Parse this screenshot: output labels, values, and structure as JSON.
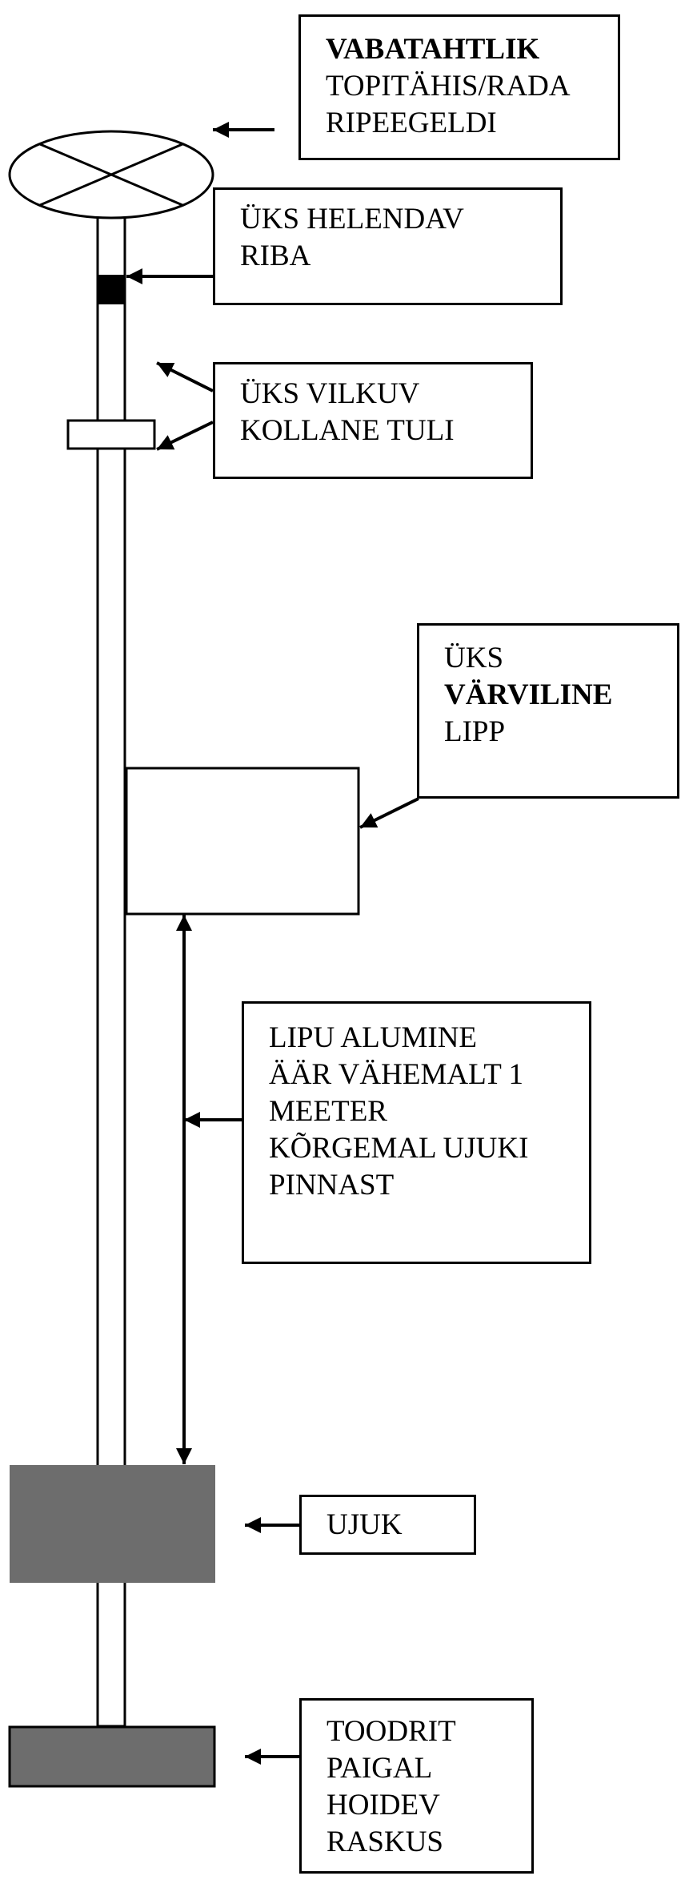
{
  "labels": {
    "buoy_type": {
      "line1": "VABATAHTLIK",
      "line2": "TOPITÄHIS/RADA",
      "line3": "RIPEEGELDI"
    },
    "light_band": {
      "line1": "ÜKS HELENDAV",
      "line2": "RIBA"
    },
    "flashing_light": {
      "line1": "ÜKS VILKUV",
      "line2": "KOLLANE TULI"
    },
    "flag": {
      "line1": "ÜKS",
      "line2": "VÄRVILINE",
      "line3": "LIPP"
    },
    "flag_height": {
      "line1": "LIPU ALUMINE",
      "line2": "ÄÄR VÄHEMALT 1",
      "line3": "MEETER",
      "line4": "KÕRGEMAL UJUKI",
      "line5": "PINNAST"
    },
    "float": {
      "line1": "UJUK"
    },
    "weight": {
      "line1": "TOODRIT",
      "line2": "PAIGAL",
      "line3": "HOIDEV",
      "line4": "RASKUS"
    }
  },
  "colors": {
    "line": "#000000",
    "float_fill": "#6d6d6d",
    "weight_fill": "#6d6d6d",
    "light_band_fill": "#000000",
    "background": "#ffffff"
  }
}
